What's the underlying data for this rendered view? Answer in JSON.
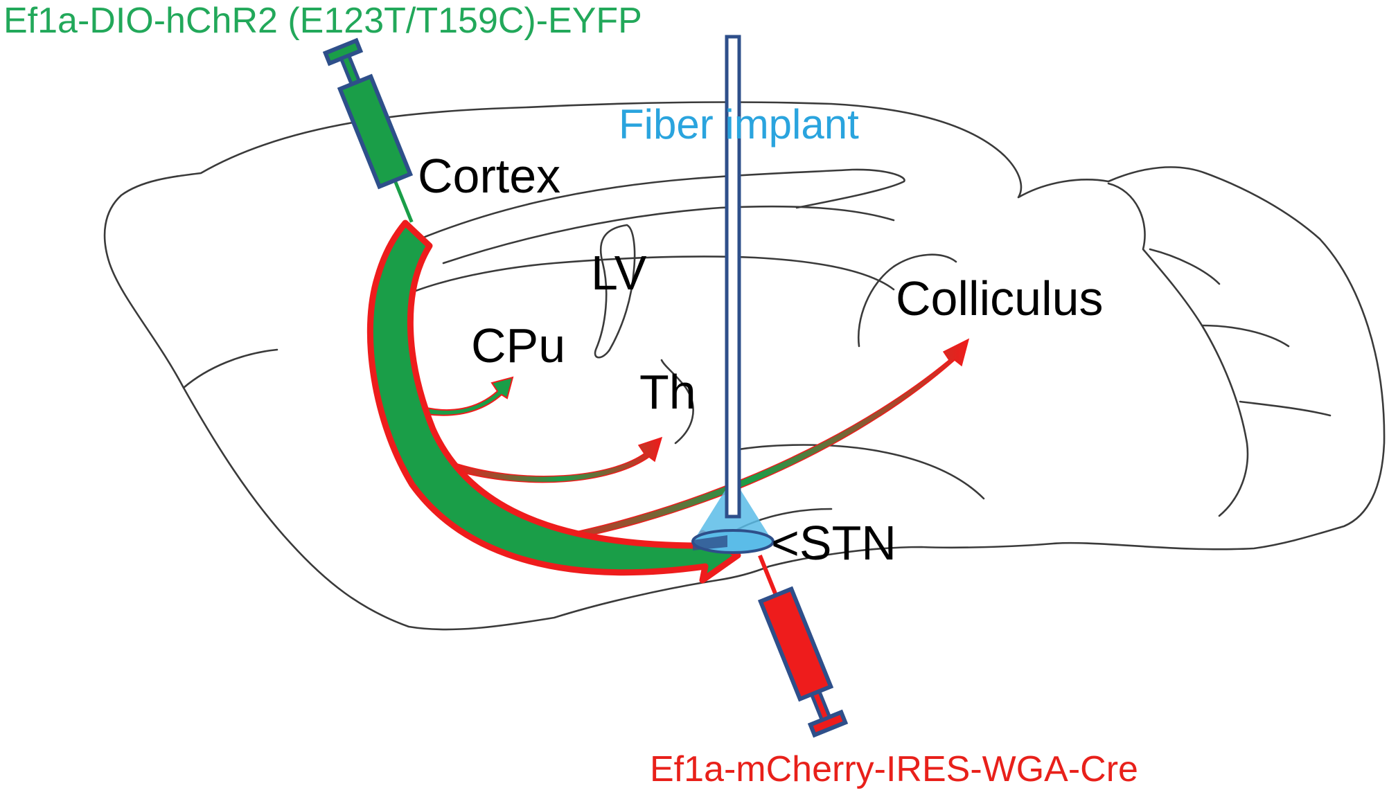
{
  "labels": {
    "green_vector": "Ef1a-DIO-hChR2 (E123T/T159C)-EYFP",
    "red_vector": "Ef1a-mCherry-IRES-WGA-Cre",
    "fiber": "Fiber implant",
    "cortex": "Cortex",
    "lv": "LV",
    "cpu": "CPu",
    "th": "Th",
    "colliculus": "Colliculus",
    "stn": "<STN"
  },
  "colors": {
    "green_vector_text": "#22a85a",
    "red_vector_text": "#e8201a",
    "fiber_text": "#2aa4de",
    "green_fill": "#1a9e48",
    "red_fill": "#ee1c1c",
    "syringe_outline": "#2e4f8a",
    "fiber_outline": "#2e4f8a",
    "light_cone": "#5bbce8",
    "brain_outline": "#3a3a3a"
  },
  "icons": {
    "green_syringe": "syringe-icon",
    "red_syringe": "syringe-icon",
    "fiber": "optical-fiber-icon",
    "light_cone": "triangle-icon"
  }
}
